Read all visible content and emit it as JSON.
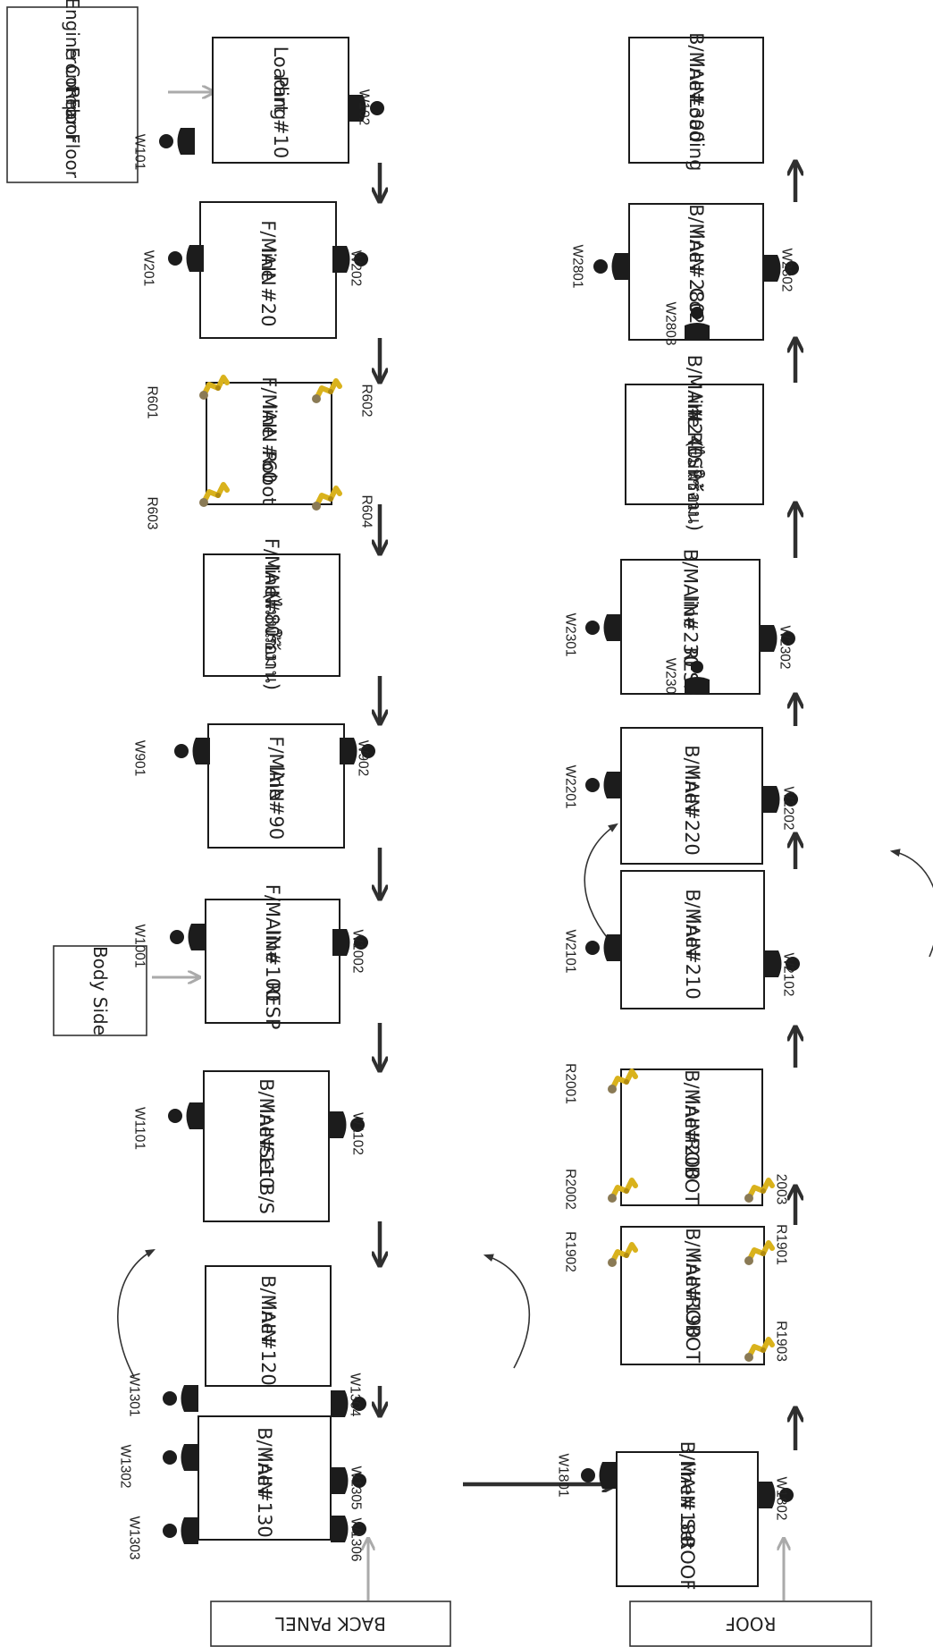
{
  "rotation_note_free": true,
  "colors": {
    "box_stroke": "#1a1a1a",
    "flow_arrow": "#2f2f2f",
    "feed_arrow": "#aaaaaa",
    "welder": "#1c1c1c",
    "robot": "#d9b21c"
  },
  "stations": [
    {
      "id": "st-10",
      "lines": [
        "Loading",
        "Part #10"
      ]
    },
    {
      "id": "st-20",
      "lines": [
        "F/MAIN",
        "line #20"
      ]
    },
    {
      "id": "st-60",
      "lines": [
        "F/MAIN",
        "line #60",
        "Robot"
      ]
    },
    {
      "id": "st-80",
      "lines": [
        "F/MAIN",
        "line#80",
        "(ไม่พร้อม",
        "ใช้งาน)"
      ]
    },
    {
      "id": "st-90",
      "lines": [
        "F/MAIN",
        "line#90"
      ]
    },
    {
      "id": "st-100",
      "lines": [
        "F/MAIN",
        "line",
        "#100",
        "RESP"
      ]
    },
    {
      "id": "st-110",
      "lines": [
        "B/MAIN",
        "line#110",
        "Set B/S"
      ]
    },
    {
      "id": "st-120",
      "lines": [
        "B/MAIN",
        "line#120"
      ]
    },
    {
      "id": "st-130",
      "lines": [
        "B/MAIN",
        "line#130"
      ]
    },
    {
      "id": "st-180",
      "lines": [
        "B/MAIN",
        "line#180",
        "Set",
        "ROOF"
      ]
    },
    {
      "id": "st-190",
      "lines": [
        "B/MAIN",
        "line#190",
        "ROBOT"
      ]
    },
    {
      "id": "st-200",
      "lines": [
        "B/MAIN",
        "line#200",
        "ROBOT"
      ]
    },
    {
      "id": "st-210",
      "lines": [
        "B/MAIN",
        "line#210"
      ]
    },
    {
      "id": "st-220",
      "lines": [
        "B/MAIN",
        "line#220"
      ]
    },
    {
      "id": "st-230",
      "lines": [
        "B/MAIN",
        "line",
        "#230",
        "RESP"
      ]
    },
    {
      "id": "st-240",
      "lines": [
        "B/MAIN",
        "line",
        "#240",
        "RESP",
        "(ไม่พร้อม",
        "ใช้งาน)"
      ]
    },
    {
      "id": "st-280",
      "lines": [
        "B/MAIN",
        "line#280",
        "Co2"
      ]
    },
    {
      "id": "st-300",
      "lines": [
        "B/MAIN",
        "line#300",
        "Loading"
      ]
    }
  ],
  "inputs": [
    {
      "id": "in-engine",
      "lines": [
        "Engine Comp",
        "Front Floor",
        "Rear Floor"
      ]
    },
    {
      "id": "in-bodyside",
      "lines": [
        "Body Side"
      ]
    },
    {
      "id": "in-backpanel",
      "lines": [
        "BACK PANEL"
      ]
    },
    {
      "id": "in-roof",
      "lines": [
        "ROOF"
      ]
    }
  ],
  "equipment_labels": [
    "W101",
    "W102",
    "W201",
    "W202",
    "R601",
    "R602",
    "R603",
    "R604",
    "W901",
    "W902",
    "W1001",
    "W1002",
    "W1101",
    "W1102",
    "W1301",
    "W1302",
    "W1303",
    "W1304",
    "W1305",
    "W1306",
    "W1801",
    "W1802",
    "R1901",
    "R1902",
    "R1903",
    "R2001",
    "R2002",
    "2003",
    "W2101",
    "W2102",
    "W2201",
    "W2202",
    "W230",
    "W2301",
    "W2302",
    "W2801",
    "W2802",
    "W2803"
  ]
}
